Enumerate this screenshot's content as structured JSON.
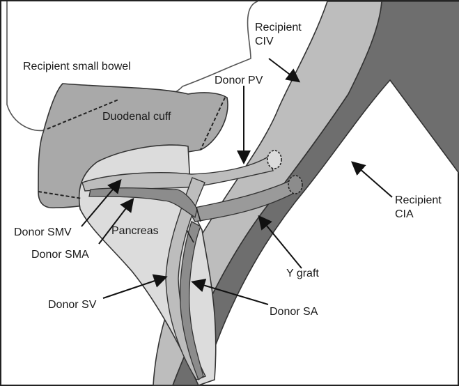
{
  "labels": {
    "recipient_small_bowel": "Recipient small bowel",
    "recipient_civ_line1": "Recipient",
    "recipient_civ_line2": "CIV",
    "donor_pv": "Donor PV",
    "duodenal_cuff": "Duodenal cuff",
    "recipient_cia_line1": "Recipient",
    "recipient_cia_line2": "CIA",
    "donor_smv": "Donor SMV",
    "pancreas": "Pancreas",
    "donor_sma": "Donor SMA",
    "y_graft": "Y graft",
    "donor_sv": "Donor SV",
    "donor_sa": "Donor SA"
  },
  "colors": {
    "artery": "#6e6e6e",
    "vein": "#bdbdbd",
    "duodenum": "#a9a9a9",
    "pancreas": "#dcdcdc",
    "vessel_inner": "#9a9a9a",
    "outline": "#3a3a3a"
  }
}
